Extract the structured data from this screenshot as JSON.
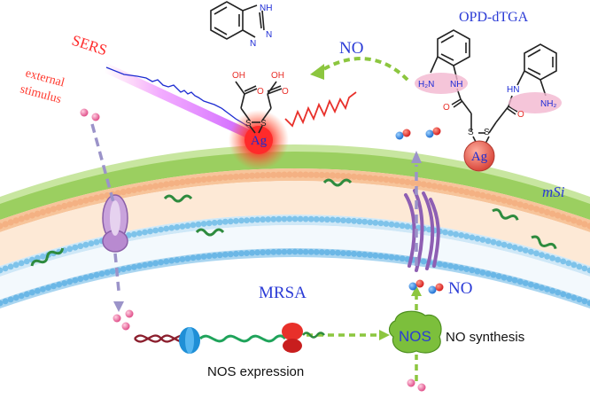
{
  "labels": {
    "sers": "SERS",
    "external_stimulus_line1": "external",
    "external_stimulus_line2": "stimulus",
    "no_top": "NO",
    "opd_dtga": "OPD-dTGA",
    "msi": "mSi",
    "mrsa": "MRSA",
    "no_bottom": "NO",
    "nos": "NOS",
    "no_synthesis": "NO synthesis",
    "nos_expression": "NOS expression",
    "ag_left": "Ag",
    "ag_right": "Ag"
  },
  "chem": {
    "benzotriazole_nh": "NH",
    "benzotriazole_n1": "N",
    "benzotriazole_n2": "N",
    "oh_left": "OH",
    "oh_right": "OH",
    "o_left": "O",
    "o_right": "O",
    "s_left": "S",
    "s_right": "S",
    "h2n": "H₂N",
    "nh_left": "NH",
    "hn_right": "HN",
    "nh2": "NH₂",
    "o_amide_left": "O",
    "o_amide_right": "O",
    "s_opd_left": "S",
    "s_opd_right": "S"
  },
  "colors": {
    "membrane_green": "#9bcf60",
    "membrane_light": "#c8e6a0",
    "lipid_head_orange": "#f4b183",
    "lipid_head_blue": "#7ec3ea",
    "lipid_tail": "#e9a56b",
    "ag_red": "#e8302a",
    "text_blue": "#2b3bd6",
    "text_red": "#e8302a",
    "arrow_green": "#8cc63f",
    "arrow_purple": "#9b93c9",
    "helix_green": "#2e8b3e",
    "protein_purple": "#a77cc2",
    "nos_green": "#7cbf3c",
    "pink_dot": "#e0508a"
  }
}
